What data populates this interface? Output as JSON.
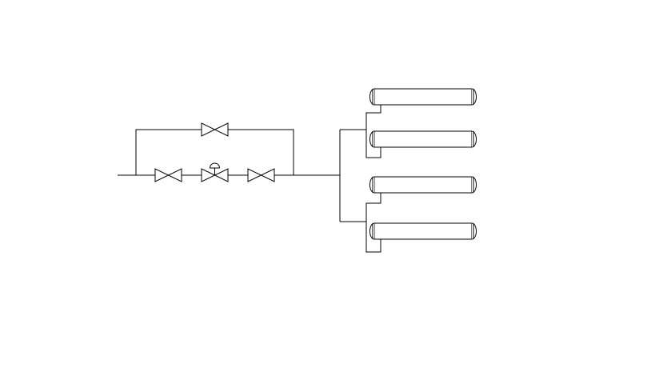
{
  "diagram": {
    "type": "piping-schematic",
    "line_color": "#000000",
    "background": "#ffffff",
    "components": {
      "main_line": [
        "gate-valve",
        "control-valve",
        "gate-valve"
      ],
      "bypass_line": [
        "gate-valve"
      ],
      "vessels": [
        "horizontal-vessel",
        "horizontal-vessel",
        "horizontal-vessel",
        "horizontal-vessel"
      ]
    }
  }
}
